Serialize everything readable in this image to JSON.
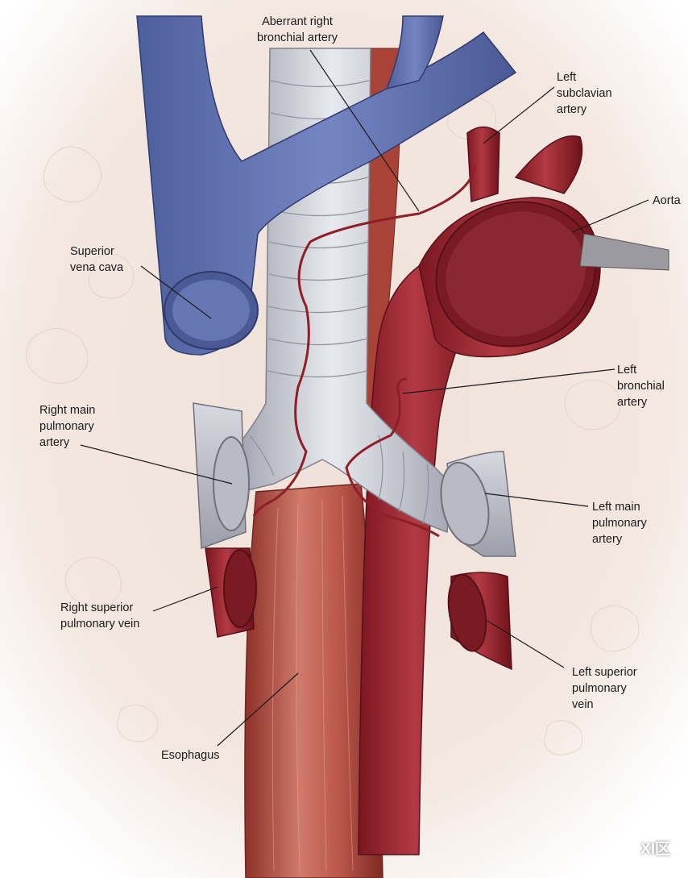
{
  "labels": {
    "aberrant_right_bronchial_artery": "Aberrant right\nbronchial artery",
    "left_subclavian_artery": "Left\nsubclavian\nartery",
    "aorta": "Aorta",
    "superior_vena_cava": "Superior\nvena cava",
    "left_bronchial_artery": "Left\nbronchial\nartery",
    "right_main_pulmonary_artery": "Right main\npulmonary\nartery",
    "left_main_pulmonary_artery": "Left main\npulmonary\nartery",
    "right_superior_pulmonary_vein": "Right superior\npulmonary vein",
    "left_superior_pulmonary_vein": "Left superior\npulmonary\nvein",
    "esophagus": "Esophagus"
  },
  "watermark": {
    "text": "XI区",
    "icon": "wechat-icon"
  },
  "colors": {
    "vein_blue": "#5b6fae",
    "artery_red": "#9a2530",
    "trachea_gray": "#c9cbd3",
    "esophagus": "#b4524a",
    "tissue_bg": "#f2e6de"
  }
}
